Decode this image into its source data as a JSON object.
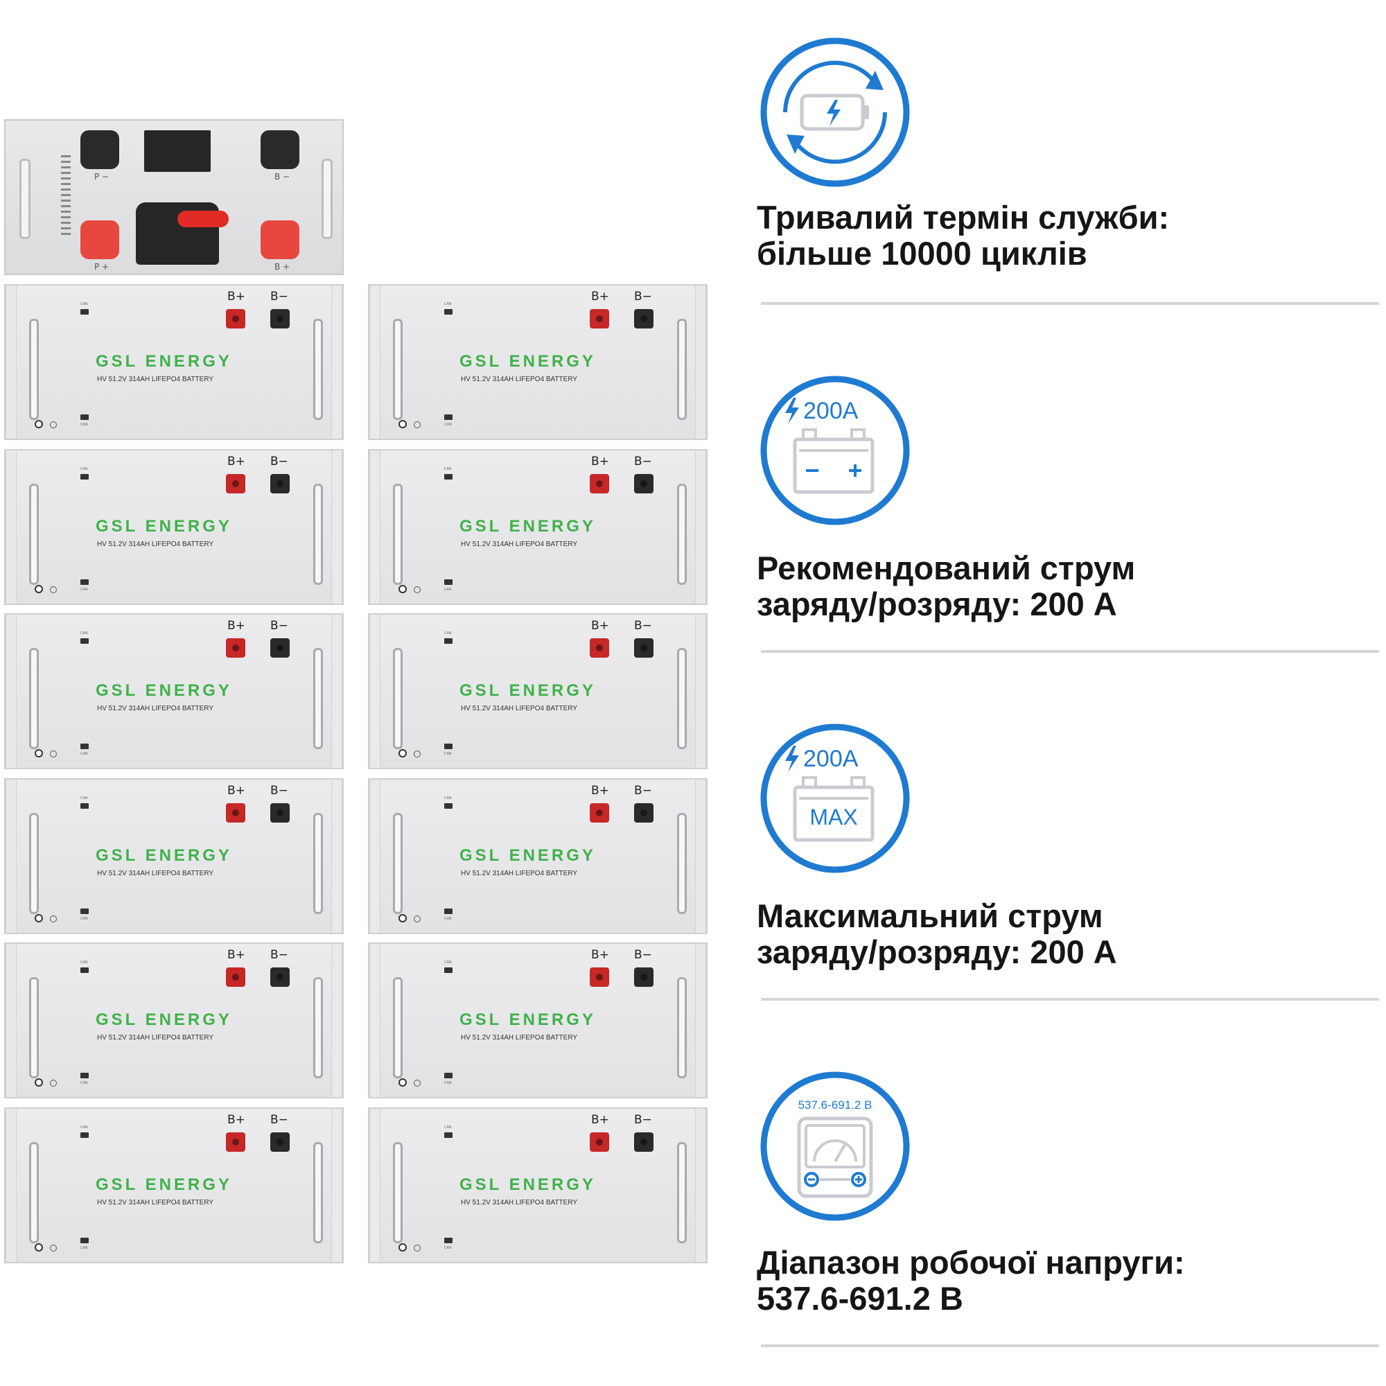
{
  "colors": {
    "accent_blue": "#1f7ad1",
    "brand_green": "#3fb24a",
    "terminal_red": "#c62828",
    "text_dark": "#161616",
    "divider": "#d3d4d8"
  },
  "control_box": {
    "terminal_labels": [
      "P −",
      "B −",
      "P +",
      "B +"
    ]
  },
  "module": {
    "pos_label": "B+",
    "neg_label": "B−",
    "brand": "GSL ENERGY",
    "model": "HV 51.2V 314AH LIFEPO4 BATTERY",
    "port_label": "CAN"
  },
  "features": [
    {
      "icon": "battery-cycle-icon",
      "line1": "Тривалий термін служби:",
      "line2": "більше 10000 циклів"
    },
    {
      "icon": "battery-current-icon",
      "icon_text": "200A",
      "line1": "Рекомендований струм",
      "line2": "заряду/розряду: 200 А"
    },
    {
      "icon": "battery-max-current-icon",
      "icon_text": "200A",
      "icon_text2": "MAX",
      "line1": "Максимальний струм",
      "line2": "заряду/розряду: 200 А"
    },
    {
      "icon": "voltmeter-icon",
      "icon_text": "537.6-691.2 В",
      "line1": "Діапазон робочої напруги:",
      "line2": "537.6-691.2 В"
    }
  ]
}
